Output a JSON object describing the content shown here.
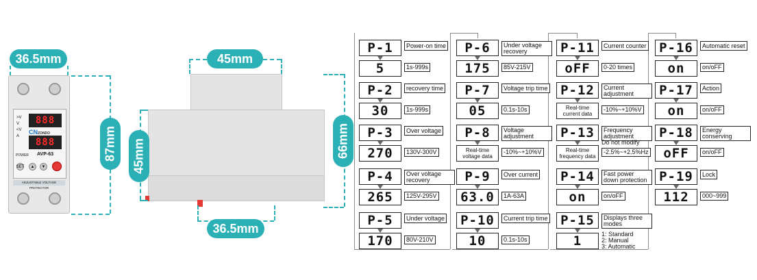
{
  "dimensions": {
    "front_width": "36.5mm",
    "front_height": "87mm",
    "side_top": "45mm",
    "side_left": "45mm",
    "side_right": "66mm",
    "side_bottom": "36.5mm"
  },
  "device": {
    "brand": "CN",
    "brand_sub": "ZONDO",
    "model": "AVP-63",
    "power": "POWER",
    "strip": "ADJUSTABLE VOLTAGE PROTECTOR",
    "display_top": "888",
    "display_bottom": "888",
    "set": "SET",
    "v_up": ">V",
    "v_mid": "V",
    "v_low": "<V",
    "a_label": "A",
    "unit_v": "V",
    "unit_a": "A"
  },
  "colors": {
    "accent": "#2bb0b5",
    "display": "#ff2a2a",
    "stop": "#e53935"
  },
  "params": [
    {
      "code": "P-1",
      "label": "Power-on time",
      "value": "5",
      "range": "1s-999s"
    },
    {
      "code": "P-2",
      "label": "recovery time",
      "value": "30",
      "range": "1s-999s"
    },
    {
      "code": "P-3",
      "label": "Over voltage",
      "value": "270",
      "range": "130V-300V"
    },
    {
      "code": "P-4",
      "label": "Over voltage recovery",
      "value": "265",
      "range": "125V-295V"
    },
    {
      "code": "P-5",
      "label": "Under voltage",
      "value": "170",
      "range": "80V-210V"
    },
    {
      "code": "P-6",
      "label": "Under voltage recovery",
      "value": "175",
      "range": "85V-215V"
    },
    {
      "code": "P-7",
      "label": "Voltage trip time",
      "value": "05",
      "range": "0.1s-10s"
    },
    {
      "code": "P-8",
      "label": "Voltage adjustment",
      "value": "Real-time voltage data",
      "range": "-10%~+10%V"
    },
    {
      "code": "P-9",
      "label": "Over current",
      "value": "63.0",
      "range": "1A-63A"
    },
    {
      "code": "P-10",
      "label": "Current trip time",
      "value": "10",
      "range": "0.1s-10s"
    },
    {
      "code": "P-11",
      "label": "Current counter",
      "value": "oFF",
      "range": "0-20 times"
    },
    {
      "code": "P-12",
      "label": "Current adjustment",
      "value": "Real-time current data",
      "range": "-10%~+10%V"
    },
    {
      "code": "P-13",
      "label": "Frequency adjustment",
      "value": "Real-time frequency data",
      "range": "-2.5%~+2.5%Hz",
      "extra": "Do not modify"
    },
    {
      "code": "P-14",
      "label": "Fast power down protection",
      "value": "on",
      "range": "on/oFF"
    },
    {
      "code": "P-15",
      "label": "Displays three modes",
      "value": "1",
      "range": "1: Standard\n2: Manual\n3: Automatic"
    },
    {
      "code": "P-16",
      "label": "Automatic reset",
      "value": "on",
      "range": "on/oFF"
    },
    {
      "code": "P-17",
      "label": "Action",
      "value": "on",
      "range": "on/oFF"
    },
    {
      "code": "P-18",
      "label": "Energy conserving",
      "value": "oFF",
      "range": "on/oFF"
    },
    {
      "code": "P-19",
      "label": "Lock",
      "value": "112",
      "range": "000~999"
    }
  ]
}
